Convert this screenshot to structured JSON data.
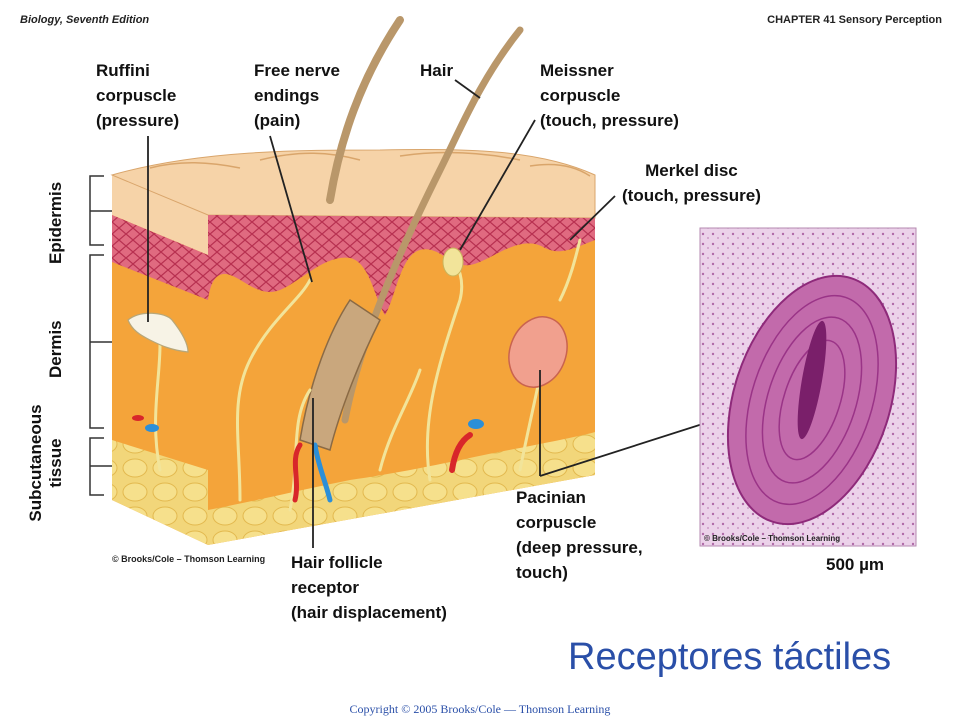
{
  "header": {
    "book": "Biology, Seventh Edition",
    "chapter": "CHAPTER 41 Sensory Perception"
  },
  "labels": {
    "ruffini": "Ruffini\ncorpuscle\n(pressure)",
    "free_nerve": "Free nerve\nendings\n(pain)",
    "hair": "Hair",
    "meissner": "Meissner\ncorpuscle\n(touch, pressure)",
    "merkel": "Merkel disc\n(touch, pressure)",
    "hair_follicle": "Hair follicle\nreceptor\n(hair displacement)",
    "pacinian": "Pacinian\ncorpuscle\n(deep pressure,\ntouch)",
    "epidermis": "Epidermis",
    "dermis": "Dermis",
    "subcutaneous": "Subcutaneous\ntissue"
  },
  "micrograph": {
    "scale_bar": "500 µm",
    "credit": "© Brooks/Cole – Thomson Learning"
  },
  "figure_credit": "© Brooks/Cole – Thomson Learning",
  "title": "Receptores táctiles",
  "copyright": "Copyright © 2005 Brooks/Cole — Thomson Learning",
  "colors": {
    "title": "#2a4fa8",
    "epidermis_top": "#f6d3a8",
    "epidermis_red": "#d8546e",
    "dermis": "#f4a43a",
    "subcutaneous": "#f2d67a",
    "nerve": "#f2e49a",
    "micrograph_bg": "#e7c8e6",
    "corpuscle": "#a83c90"
  }
}
